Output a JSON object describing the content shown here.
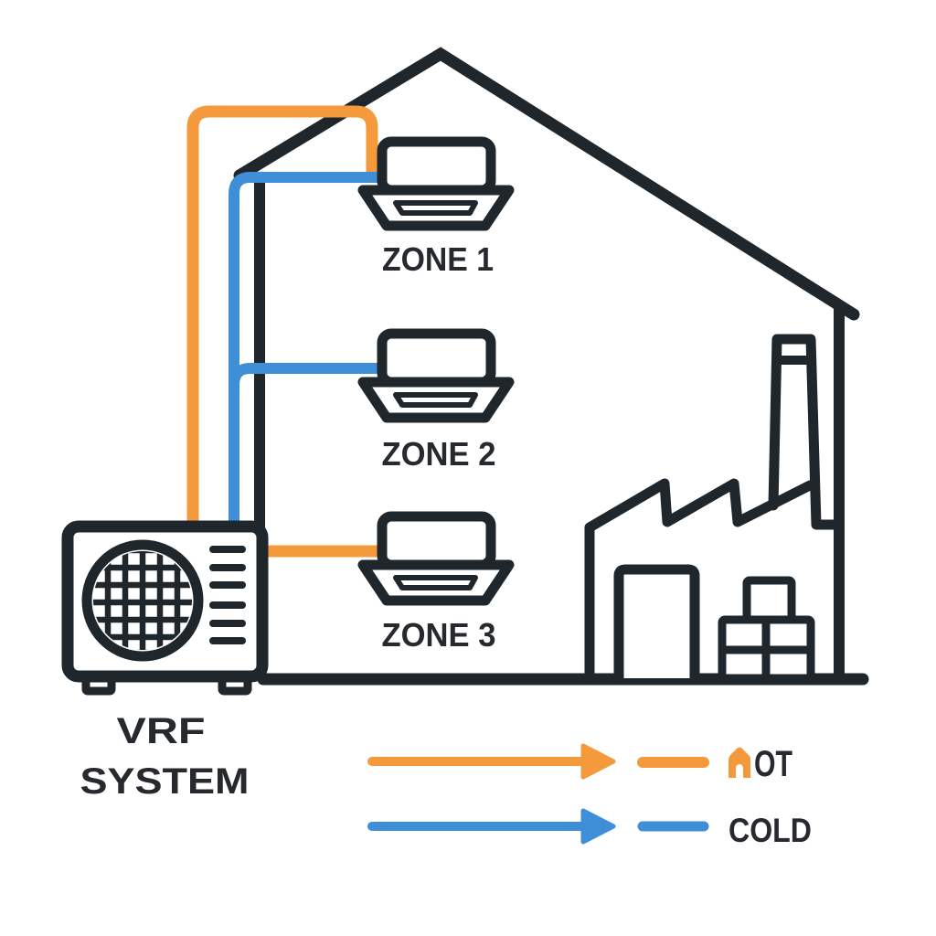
{
  "colors": {
    "hot": "#F5993D",
    "cold": "#3E8ED8",
    "outline": "#1F262C",
    "text": "#26292E",
    "background": "#FFFFFF"
  },
  "unit_label": {
    "line1": "VRF",
    "line2": "SYSTEM"
  },
  "zones": [
    {
      "label": "ZONE 1"
    },
    {
      "label": "ZONE 2"
    },
    {
      "label": "ZONE 3"
    }
  ],
  "legend": {
    "hot_text": "OT",
    "cold_text": "COLD"
  },
  "icons": {
    "building": "house-outline-icon",
    "factory": "factory-icon",
    "outdoor_unit": "vrf-outdoor-unit-icon",
    "indoor_unit": "ceiling-cassette-icon",
    "hot_flow": "hot-flow-arrow-icon",
    "cold_flow": "cold-flow-arrow-icon",
    "hot_glyph": "orange-house-h-glyph"
  }
}
